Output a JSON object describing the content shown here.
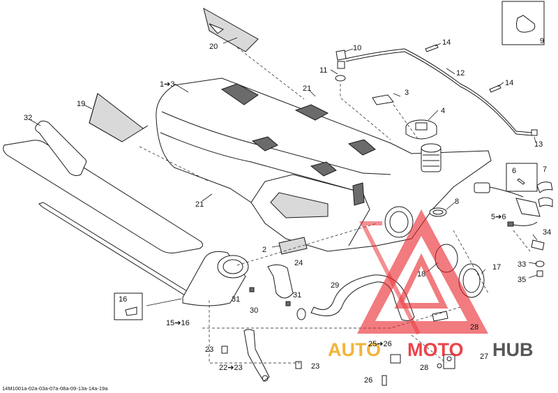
{
  "callouts": [
    {
      "id": "c1-3",
      "text": "1➔3"
    },
    {
      "id": "c2",
      "text": "2"
    },
    {
      "id": "c3",
      "text": "3"
    },
    {
      "id": "c4",
      "text": "4"
    },
    {
      "id": "c5-6",
      "text": "5➔6"
    },
    {
      "id": "c6",
      "text": "6"
    },
    {
      "id": "c7",
      "text": "7"
    },
    {
      "id": "c8",
      "text": "8"
    },
    {
      "id": "c9",
      "text": "9"
    },
    {
      "id": "c10",
      "text": "10"
    },
    {
      "id": "c11",
      "text": "11"
    },
    {
      "id": "c12",
      "text": "12"
    },
    {
      "id": "c13",
      "text": "13"
    },
    {
      "id": "c14a",
      "text": "14"
    },
    {
      "id": "c14b",
      "text": "14"
    },
    {
      "id": "c15-16",
      "text": "15➔16"
    },
    {
      "id": "c16",
      "text": "16"
    },
    {
      "id": "c17",
      "text": "17"
    },
    {
      "id": "c18",
      "text": "18"
    },
    {
      "id": "c19",
      "text": "19"
    },
    {
      "id": "c20",
      "text": "20"
    },
    {
      "id": "c21a",
      "text": "21"
    },
    {
      "id": "c21b",
      "text": "21"
    },
    {
      "id": "c22-23",
      "text": "22➔23"
    },
    {
      "id": "c23a",
      "text": "23"
    },
    {
      "id": "c23b",
      "text": "23"
    },
    {
      "id": "c24",
      "text": "24"
    },
    {
      "id": "c25-26",
      "text": "25➔26"
    },
    {
      "id": "c26",
      "text": "26"
    },
    {
      "id": "c27",
      "text": "27"
    },
    {
      "id": "c28a",
      "text": "28"
    },
    {
      "id": "c28b",
      "text": "28"
    },
    {
      "id": "c29",
      "text": "29"
    },
    {
      "id": "c30",
      "text": "30"
    },
    {
      "id": "c31a",
      "text": "31"
    },
    {
      "id": "c31b",
      "text": "31"
    },
    {
      "id": "c32",
      "text": "32"
    },
    {
      "id": "c33",
      "text": "33"
    },
    {
      "id": "c34",
      "text": "34"
    },
    {
      "id": "c35",
      "text": "35"
    }
  ],
  "diagram_code": "14M1001a-02a-03a-07a-08a-09-13a-14a-19a",
  "watermark": {
    "part1": "AUTO",
    "part2": "MOTO",
    "part3": "HUB",
    "color_primary": "#e8232a",
    "color_secondary": "#f0a818",
    "color_text_dark": "#3a3a3a"
  },
  "colors": {
    "line": "#1a1a1a",
    "fill": "#ffffff",
    "shade": "#d9d9d9"
  }
}
